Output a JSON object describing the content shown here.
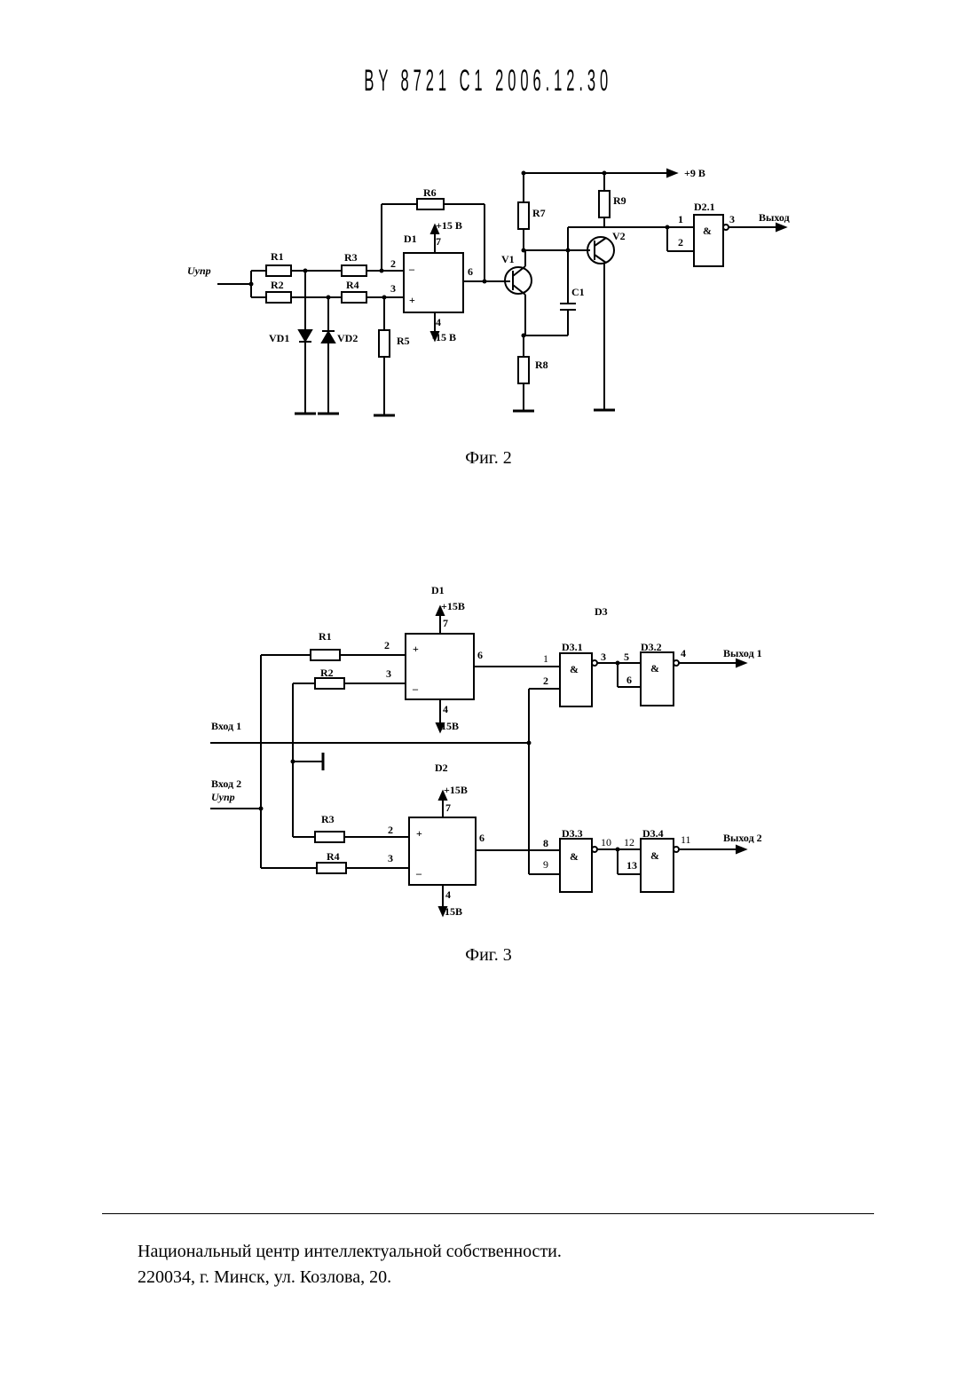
{
  "header": {
    "doc_id": "BY 8721 C1 2006.12.30"
  },
  "fig2": {
    "caption": "Фиг. 2",
    "labels": {
      "input": "Uупр",
      "r1": "R1",
      "r2": "R2",
      "r3": "R3",
      "r4": "R4",
      "r5": "R5",
      "r6": "R6",
      "r7": "R7",
      "r8": "R8",
      "r9": "R9",
      "vd1": "VD1",
      "vd2": "VD2",
      "d1": "D1",
      "v1": "V1",
      "v2": "V2",
      "c1": "C1",
      "d21": "D2.1",
      "and": "&",
      "output": "Выход",
      "plus15": "+15 В",
      "minus15": "-15 В",
      "plus9": "+9 В",
      "pin2": "2",
      "pin3": "3",
      "pin4": "4",
      "pin6": "6",
      "pin7": "7",
      "minus": "–",
      "plus": "+",
      "g_pin1": "1",
      "g_pin2": "2",
      "g_pin3": "3"
    }
  },
  "fig3": {
    "caption": "Фиг. 3",
    "labels": {
      "d1": "D1",
      "d2": "D2",
      "d3": "D3",
      "plus15": "+15В",
      "minus15": "-15В",
      "r1": "R1",
      "r2": "R2",
      "r3": "R3",
      "r4": "R4",
      "in1": "Вход 1",
      "in2": "Вход 2",
      "uupr": "Uупр",
      "out1": "Выход 1",
      "out2": "Выход 2",
      "d31": "D3.1",
      "d32": "D3.2",
      "d33": "D3.3",
      "d34": "D3.4",
      "and": "&",
      "plus": "+",
      "minus": "–",
      "p1": "1",
      "p2": "2",
      "p3": "3",
      "p4": "4",
      "p5": "5",
      "p6": "6",
      "p7": "7",
      "p8": "8",
      "p9": "9",
      "p10": "10",
      "p11": "11",
      "p12": "12",
      "p13": "13"
    }
  },
  "footer": {
    "line1": "Национальный центр интеллектуальной собственности.",
    "line2": "220034, г. Минск, ул. Козлова, 20."
  }
}
